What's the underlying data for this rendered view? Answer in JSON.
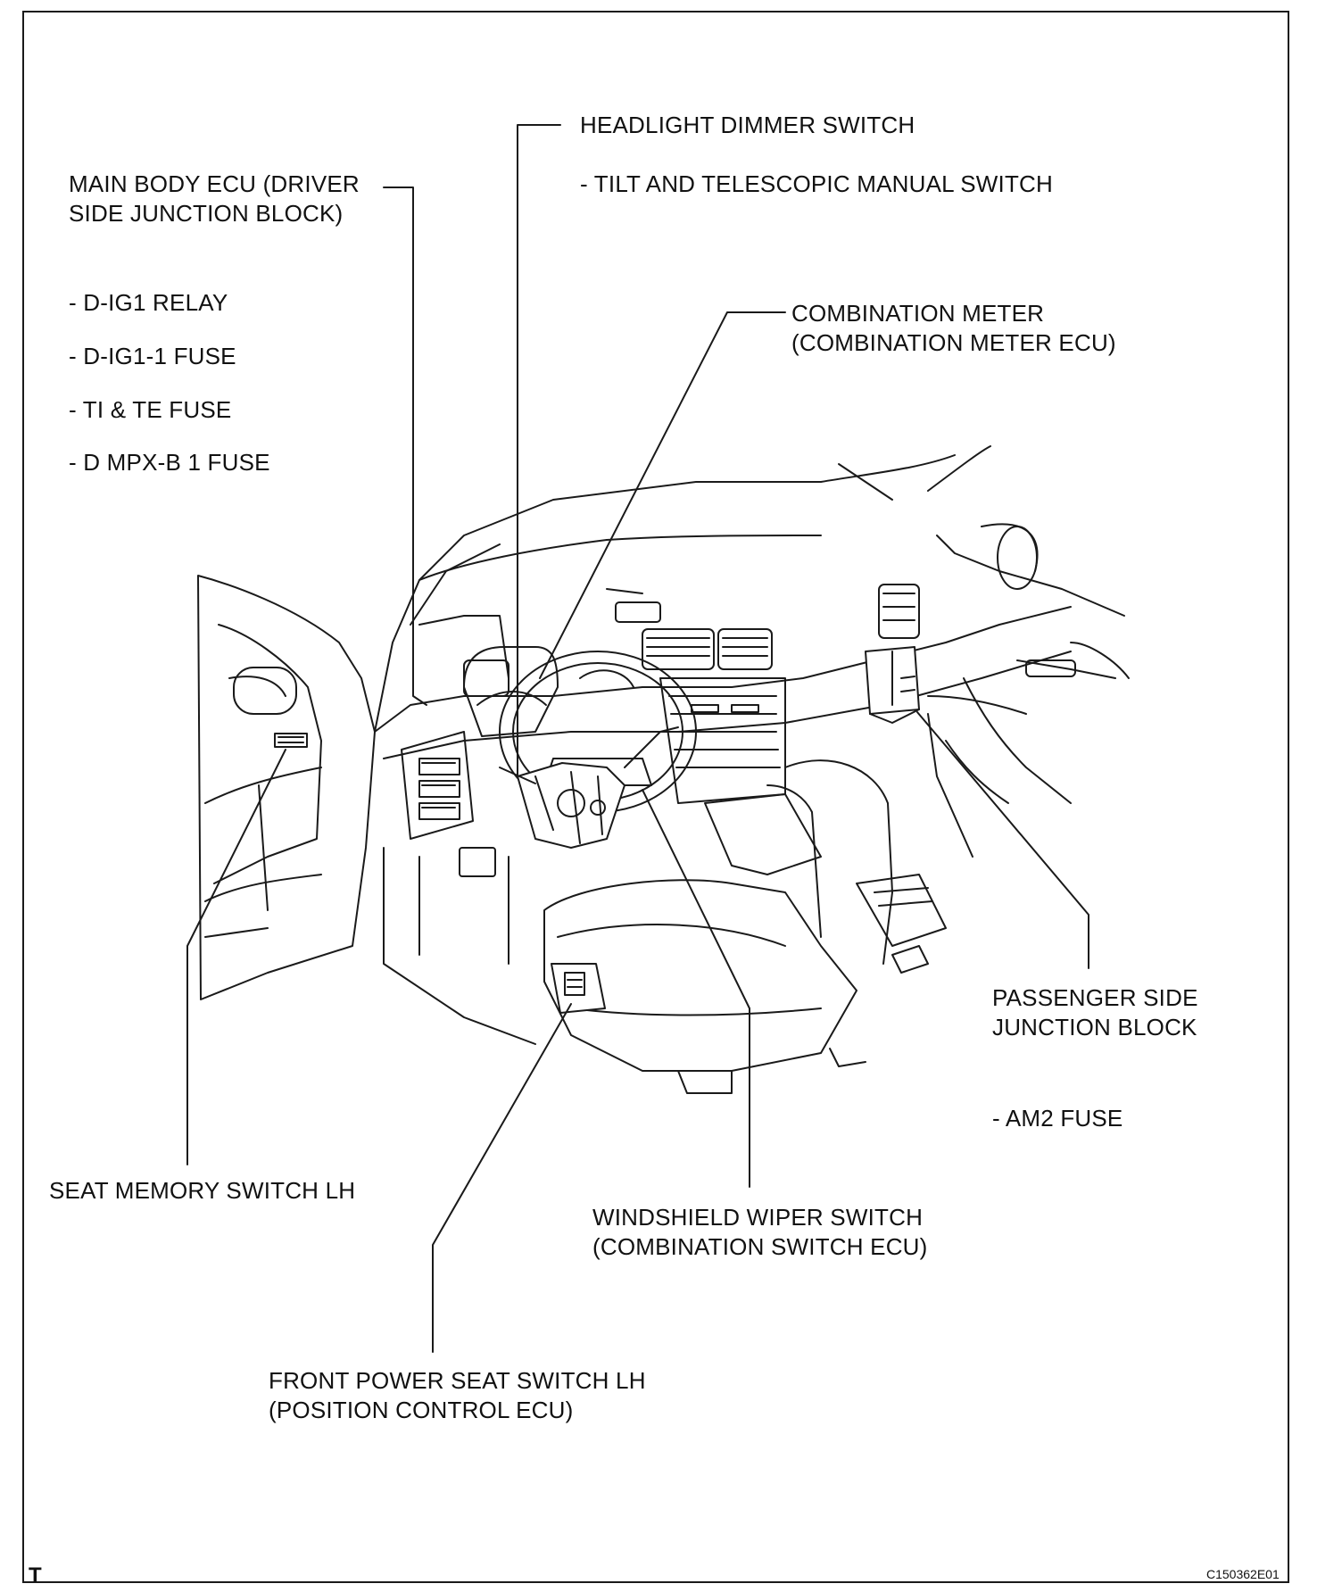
{
  "labels": {
    "main_body_ecu": [
      "MAIN BODY ECU (DRIVER",
      "SIDE JUNCTION BLOCK)"
    ],
    "d_ig1_relay": "- D-IG1 RELAY",
    "d_ig1_1_fuse": "- D-IG1-1 FUSE",
    "ti_te_fuse": "- TI & TE FUSE",
    "d_mpx_b1_fuse": "- D MPX-B 1 FUSE",
    "headlight_dimmer_switch": "HEADLIGHT DIMMER SWITCH",
    "tilt_telescopic_switch": "- TILT AND TELESCOPIC MANUAL SWITCH",
    "combination_meter": [
      "COMBINATION METER",
      "(COMBINATION METER ECU)"
    ],
    "passenger_junction_block": [
      "PASSENGER SIDE",
      "JUNCTION BLOCK"
    ],
    "am2_fuse": "- AM2 FUSE",
    "seat_memory_switch": "SEAT MEMORY SWITCH LH",
    "windshield_wiper_switch": [
      "WINDSHIELD WIPER SWITCH",
      "(COMBINATION SWITCH ECU)"
    ],
    "front_power_seat_switch": [
      "FRONT POWER SEAT SWITCH LH",
      "(POSITION CONTROL ECU)"
    ]
  },
  "corner_mark": "T",
  "figure_code": "C150362E01",
  "colors": {
    "line": "#1a1a1a",
    "background": "#ffffff"
  }
}
